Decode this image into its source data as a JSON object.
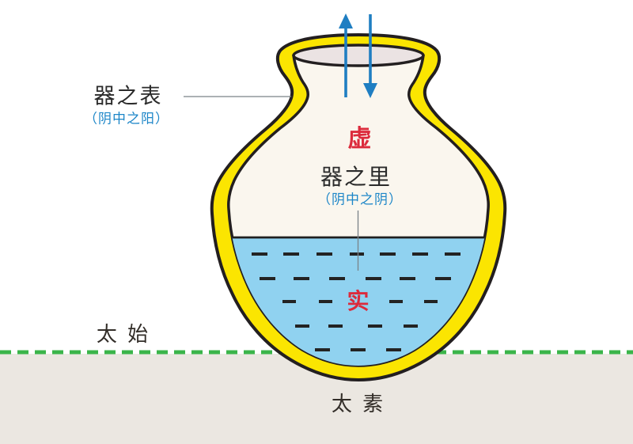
{
  "diagram": {
    "description": "vessel (jar) yin-yang diagram with water, exchange arrows at mouth, and ground line",
    "labels": {
      "surface_title": "器之表",
      "surface_subtitle": "（阴中之阳）",
      "empty": "虚",
      "inside_title": "器之里",
      "inside_subtitle": "（阴中之阴）",
      "full": "实",
      "taishi": "太 始",
      "taisu": "太 素"
    },
    "icons": {
      "up_arrow": "arrow-up-icon",
      "down_arrow": "arrow-down-icon"
    },
    "colors": {
      "vessel_wall": "#FBE501",
      "outline": "#231F20",
      "interior": "#FAF6EE",
      "mouth": "#EBE3E3",
      "water": "#90D2F0",
      "water_dash": "#232323",
      "arrow": "#1F7EC2",
      "ground": "#EBE7E1",
      "ground_line": "#3BB54A",
      "label_red": "#DC2B3C",
      "label_blue": "#1D86C8",
      "label_black": "#2B2B2B",
      "leader_line": "#7A8288"
    }
  }
}
